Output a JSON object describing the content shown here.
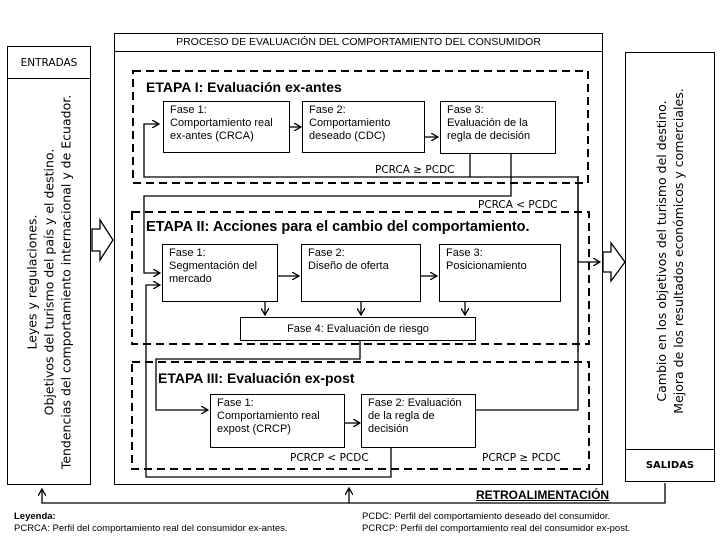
{
  "entradas": {
    "header": "ENTRADAS",
    "lines": [
      "Leyes y regulaciones.",
      "Objetivos del turismo del país y el destino.",
      "Tendencias del comportamiento internacional y de Ecuador."
    ]
  },
  "proceso": {
    "header": "PROCESO DE EVALUACIÓN DEL COMPORTAMIENTO DEL CONSUMIDOR",
    "etapa1": {
      "title": "ETAPA  I: Evaluación ex-antes",
      "fases": [
        {
          "label": "Fase 1:",
          "text": "Comportamiento real ex-antes (CRCA)"
        },
        {
          "label": "Fase 2:",
          "text": "Comportamiento deseado (CDC)"
        },
        {
          "label": "Fase 3:",
          "text": "Evaluación de la regla de decisión"
        }
      ],
      "cond_ge": "PCRCA ≥ PCDC",
      "cond_lt": "PCRCA < PCDC"
    },
    "etapa2": {
      "title": "ETAPA  II: Acciones para el cambio del comportamiento.",
      "fases": [
        {
          "label": "Fase 1:",
          "text": "Segmentación  del mercado"
        },
        {
          "label": "Fase  2:",
          "text": "Diseño de oferta"
        },
        {
          "label": "Fase 3:",
          "text": "Posicionamiento"
        }
      ],
      "fase4": "Fase 4:  Evaluación de riesgo"
    },
    "etapa3": {
      "title": "ETAPA  III: Evaluación ex-post",
      "fases": [
        {
          "label": "Fase 1:",
          "text": "Comportamiento real expost  (CRCP)"
        },
        {
          "label": "Fase 2:  Evaluación",
          "text": "de  la  regla de decisión"
        }
      ],
      "cond_lt": "PCRCP < PCDC",
      "cond_ge": "PCRCP ≥ PCDC"
    }
  },
  "salidas": {
    "header": "SALIDAS",
    "lines": [
      "Cambio en los objetivos del turismo del destino.",
      "Mejora de los resultados económicos y comerciales."
    ]
  },
  "feedback_label": "RETROALIMENTACIÓN",
  "legend": {
    "title": "Leyenda:",
    "items": [
      "PCRCA: Perfil del comportamiento real del consumidor ex-antes.",
      "PCDC: Perfil del comportamiento deseado del consumidor.",
      "PCRCP: Perfil del comportamiento real del consumidor ex-post."
    ]
  }
}
